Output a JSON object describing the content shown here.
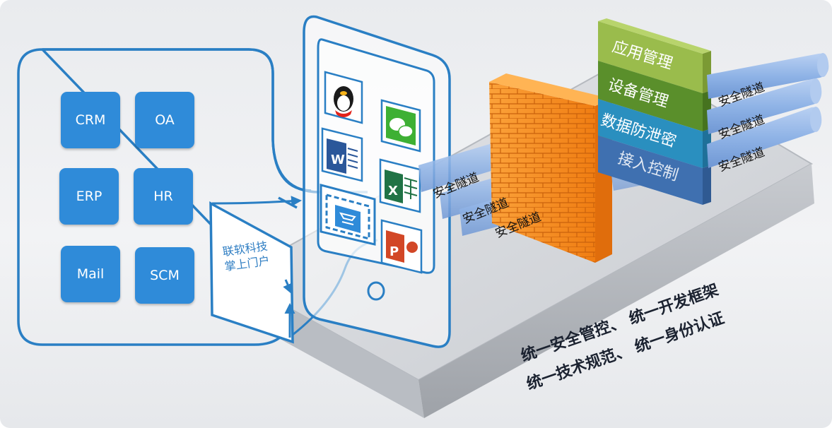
{
  "apps": [
    "CRM",
    "OA",
    "ERP",
    "HR",
    "Mail",
    "SCM"
  ],
  "portal_text": [
    "联软科技",
    "掌上门户"
  ],
  "security_layers": [
    "应用管理",
    "设备管理",
    "数据防泄密",
    "接入控制"
  ],
  "tunnel_label": "安全隧道",
  "slogan": [
    "统一安全管控、 统一开发框架",
    "统一技术规范、 统一身份认证"
  ],
  "phone_icons": [
    "qq-icon",
    "wechat-icon",
    "word-icon",
    "excel-icon",
    "portal-app-icon",
    "powerpoint-icon"
  ],
  "colors": {
    "tile": "#2f8bd9",
    "outline": "#2a7fc4",
    "wall": "#f58a1f",
    "layer_app": "#98bb4b",
    "layer_device": "#5b8f2c",
    "layer_data": "#2a8fbf",
    "layer_access": "#3f70b0",
    "tunnel": "#8fb3e6"
  }
}
